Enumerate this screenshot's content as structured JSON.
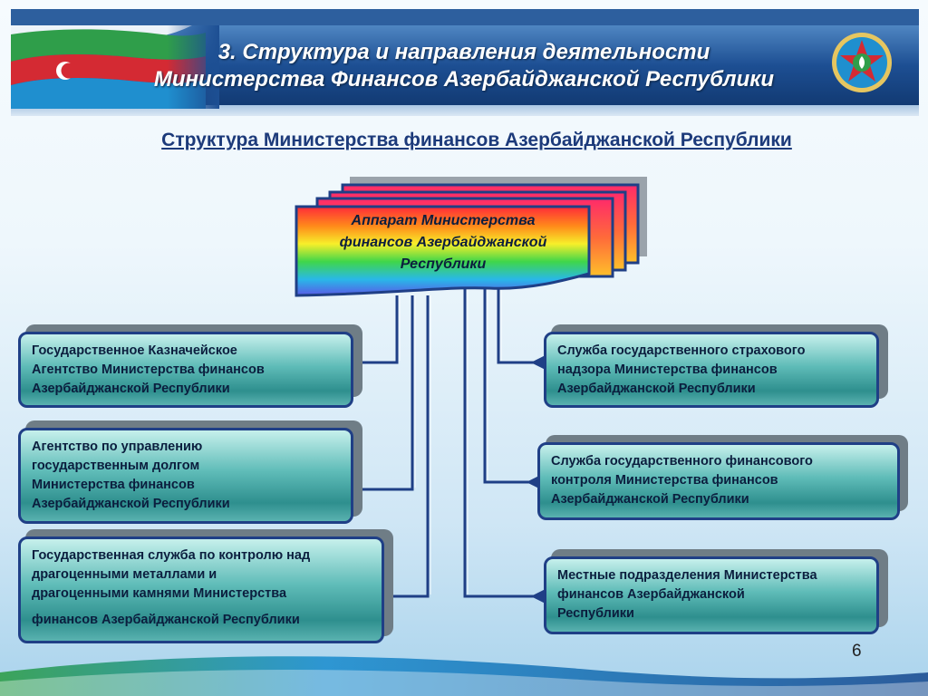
{
  "header": {
    "title_line1": "3.   Структура и направления деятельности",
    "title_line2": "Министерства Финансов Азербайджанской Республики"
  },
  "subtitle": "Структура Министерства финансов Азербайджанской Республики",
  "main_unit": {
    "label": "Аппарат Министерства финансов Азербайджанской Республики",
    "lines": [
      "Аппарат Министерства",
      "финансов Азербайджанской",
      "Республики"
    ]
  },
  "left_units": [
    {
      "lines": [
        "Государственное Казначейское",
        "Агентство Министерства финансов",
        "Азербайджанской Республики"
      ]
    },
    {
      "lines": [
        "Агентство по управлению",
        "государственным долгом",
        "Министерства финансов",
        "Азербайджанской Республики"
      ]
    },
    {
      "lines": [
        "Государственная служба по контролю над",
        "драгоценными металлами и",
        "драгоценными камнями Министерства",
        "финансов  Азербайджанской Республики"
      ]
    }
  ],
  "right_units": [
    {
      "lines": [
        "Служба государственного страхового",
        "надзора Министерства финансов",
        "Азербайджанской Республики"
      ]
    },
    {
      "lines": [
        "Служба государственного финансового",
        "контроля Министерства финансов",
        "Азербайджанской Республики"
      ]
    },
    {
      "lines": [
        "Местные подразделения Министерства",
        "финансов Азербайджанской",
        "Республики"
      ]
    }
  ],
  "page_number": "6",
  "colors": {
    "header_blue": "#1e4f8f",
    "box_border": "#1f3f86",
    "box_teal": "#3a9a98",
    "subtitle": "#1c3a7a",
    "flag_red": "#d42a33",
    "flag_green": "#2f9e4a",
    "flag_blue": "#1f8fcf"
  },
  "icons": [
    "azerbaijan-flag-icon",
    "ministry-emblem-icon"
  ]
}
